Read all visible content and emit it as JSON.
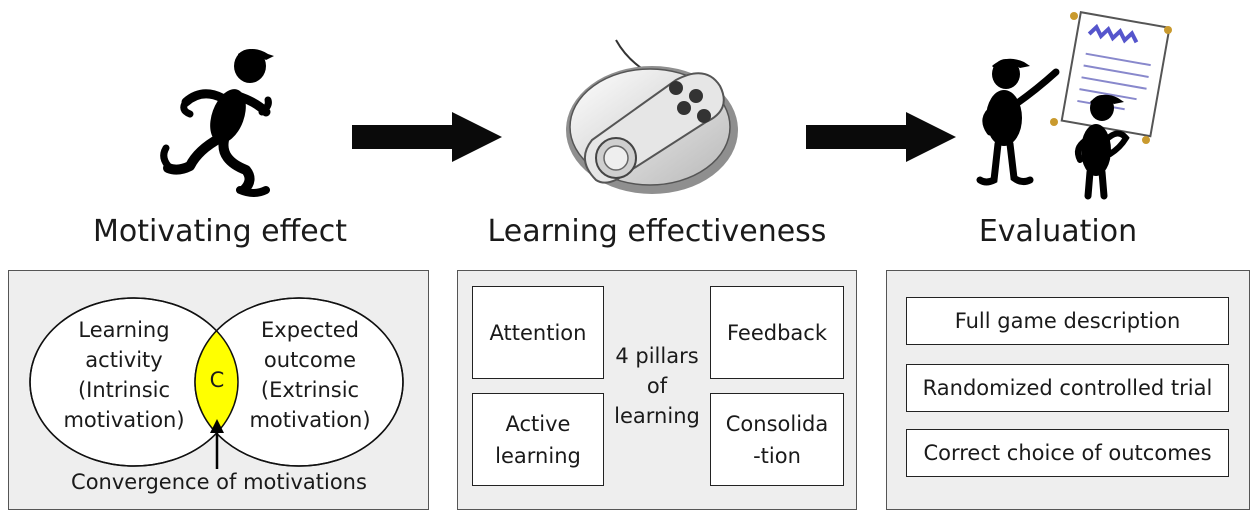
{
  "columns": [
    {
      "heading": "Motivating effect"
    },
    {
      "heading": "Learning effectiveness"
    },
    {
      "heading": "Evaluation"
    }
  ],
  "motivation": {
    "left_circle": [
      "Learning",
      "activity",
      "(Intrinsic",
      "motivation)"
    ],
    "right_circle": [
      "Expected",
      "outcome",
      "(Extrinsic",
      "motivation)"
    ],
    "overlap_label": "C",
    "caption": "Convergence of motivations",
    "colors": {
      "overlap": "#ffff00"
    }
  },
  "learning": {
    "pillars": {
      "top_left": "Attention",
      "top_right": "Feedback",
      "bottom_left": [
        "Active",
        "learning"
      ],
      "bottom_right": [
        "Consolida",
        "-tion"
      ]
    },
    "center": [
      "4 pillars",
      "of",
      "learning"
    ]
  },
  "evaluation": {
    "items": [
      "Full game description",
      "Randomized controlled trial",
      "Correct choice of outcomes"
    ]
  },
  "icons": [
    "running-figure-icon",
    "game-controller-icon",
    "presenting-figures-icon",
    "right-arrow-icon"
  ]
}
